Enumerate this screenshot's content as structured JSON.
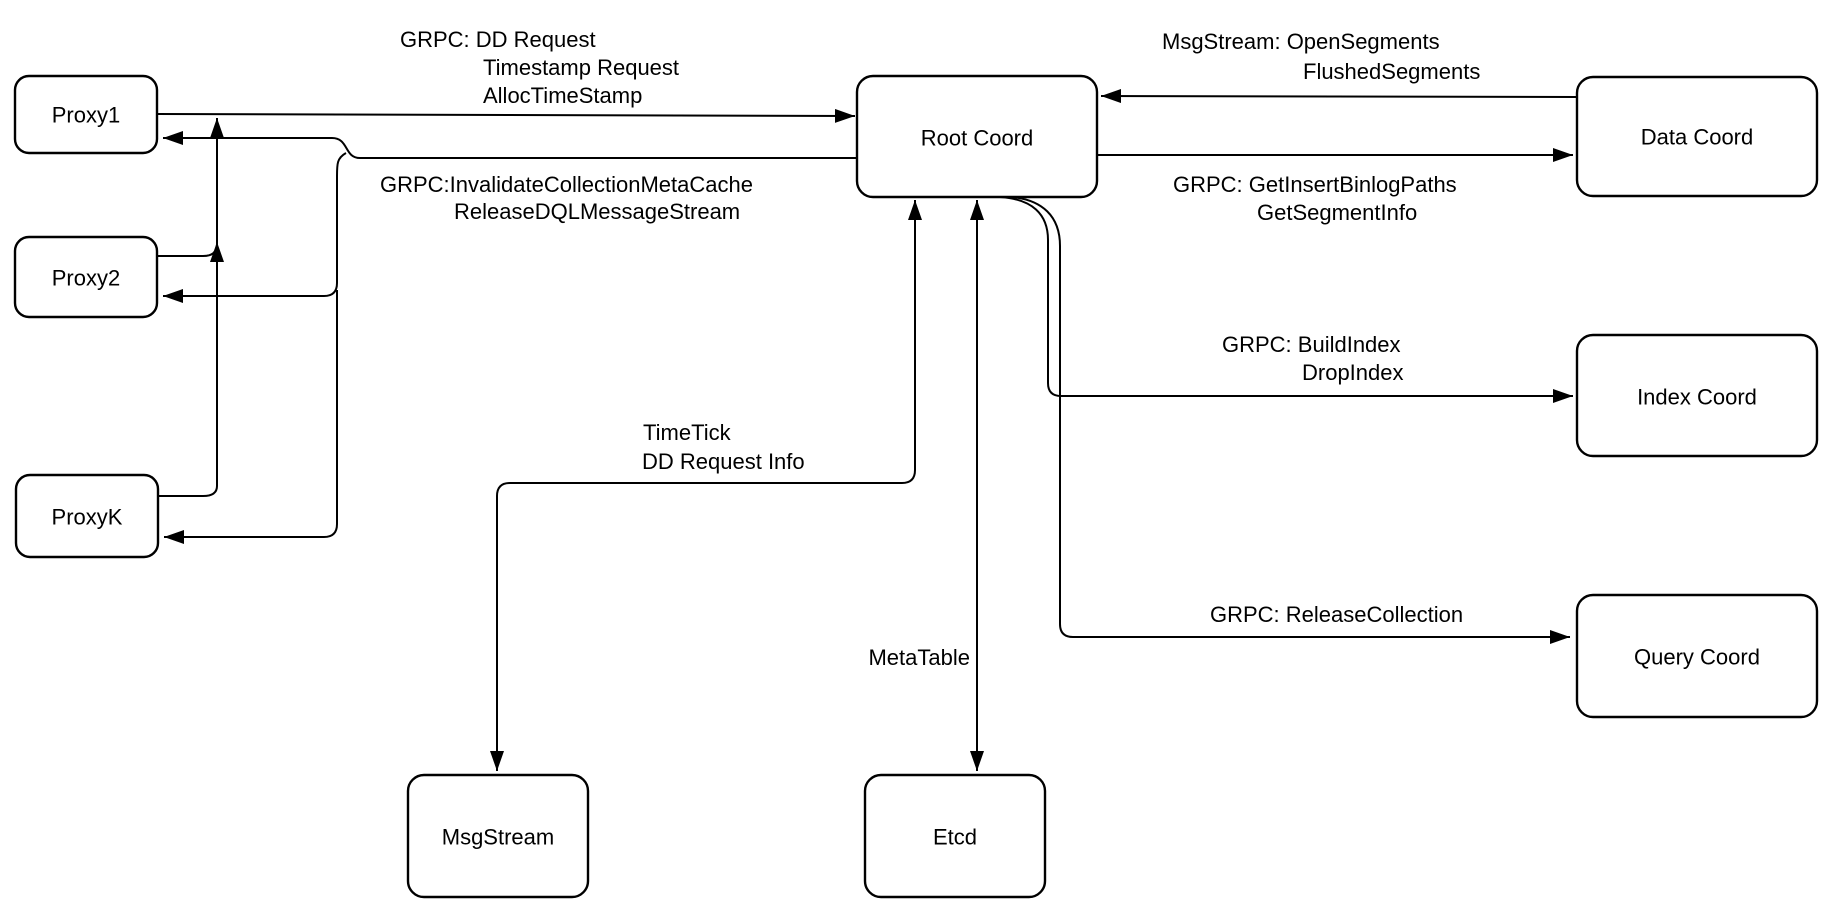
{
  "colors": {
    "background": "#ffffff",
    "line": "#000000",
    "node_fill": "#ffffff",
    "text": "#000000"
  },
  "nodes": {
    "proxy1": {
      "label": "Proxy1"
    },
    "proxy2": {
      "label": "Proxy2"
    },
    "proxyk": {
      "label": "ProxyK"
    },
    "root_coord": {
      "label": "Root Coord"
    },
    "data_coord": {
      "label": "Data Coord"
    },
    "index_coord": {
      "label": "Index Coord"
    },
    "query_coord": {
      "label": "Query Coord"
    },
    "msgstream": {
      "label": "MsgStream"
    },
    "etcd": {
      "label": "Etcd"
    }
  },
  "edges": {
    "proxies_to_root": {
      "lines": [
        "GRPC: DD Request",
        "Timestamp Request",
        "AllocTimeStamp"
      ]
    },
    "root_to_proxies": {
      "lines": [
        "GRPC:InvalidateCollectionMetaCache",
        "ReleaseDQLMessageStream"
      ]
    },
    "data_to_root": {
      "lines": [
        "MsgStream: OpenSegments",
        "FlushedSegments"
      ]
    },
    "root_to_data": {
      "lines": [
        "GRPC: GetInsertBinlogPaths",
        "GetSegmentInfo"
      ]
    },
    "root_to_index": {
      "lines": [
        "GRPC: BuildIndex",
        "DropIndex"
      ]
    },
    "root_to_query": {
      "lines": [
        "GRPC: ReleaseCollection"
      ]
    },
    "root_to_msgstream": {
      "lines": [
        "TimeTick",
        "DD Request Info"
      ]
    },
    "root_to_etcd": {
      "lines": [
        "MetaTable"
      ]
    }
  }
}
